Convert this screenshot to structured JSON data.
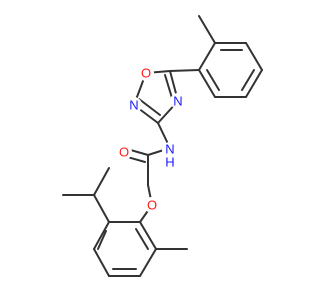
{
  "molecule": {
    "atoms": {
      "ring_o": {
        "label": "O",
        "color": "#ff1a1a"
      },
      "ring_n_left": {
        "label": "N",
        "color": "#1a1aff"
      },
      "ring_n_right": {
        "label": "N",
        "color": "#1a1aff"
      },
      "amide_nh": {
        "label": "N",
        "sub": "H",
        "color": "#1a1aff"
      },
      "carbonyl_o": {
        "label": "O",
        "color": "#ff1a1a"
      },
      "ether_o": {
        "label": "O",
        "color": "#ff1a1a"
      }
    },
    "colors": {
      "carbon_bond": "#333333",
      "nitrogen": "#1a1aff",
      "oxygen": "#ff1a1a",
      "background": "#ffffff"
    }
  }
}
